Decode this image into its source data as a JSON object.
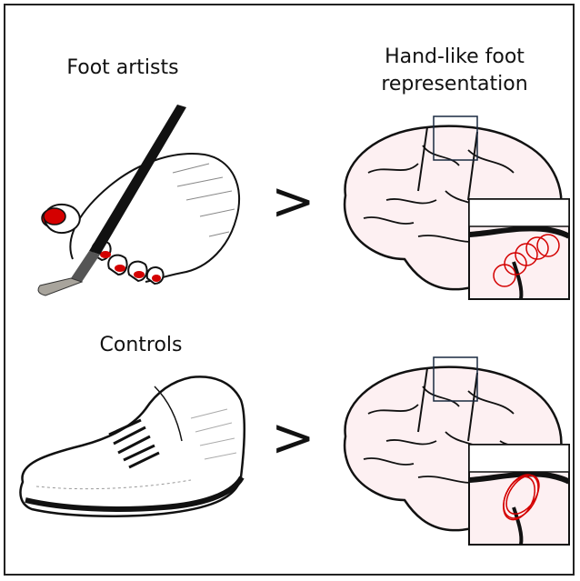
{
  "labels": {
    "foot_artists": "Foot artists",
    "hand_like": "Hand-like foot representation",
    "controls": "Controls",
    "gt_symbol": ">"
  },
  "colors": {
    "ink": "#111111",
    "accent_red": "#d40000",
    "inset_fill": "#fdf0f2",
    "brush_tip": "#a8a49c"
  },
  "icons": [
    "painting-foot-illustration",
    "shoe-illustration",
    "brain-illustration",
    "zoom-box",
    "zoom-inset"
  ]
}
